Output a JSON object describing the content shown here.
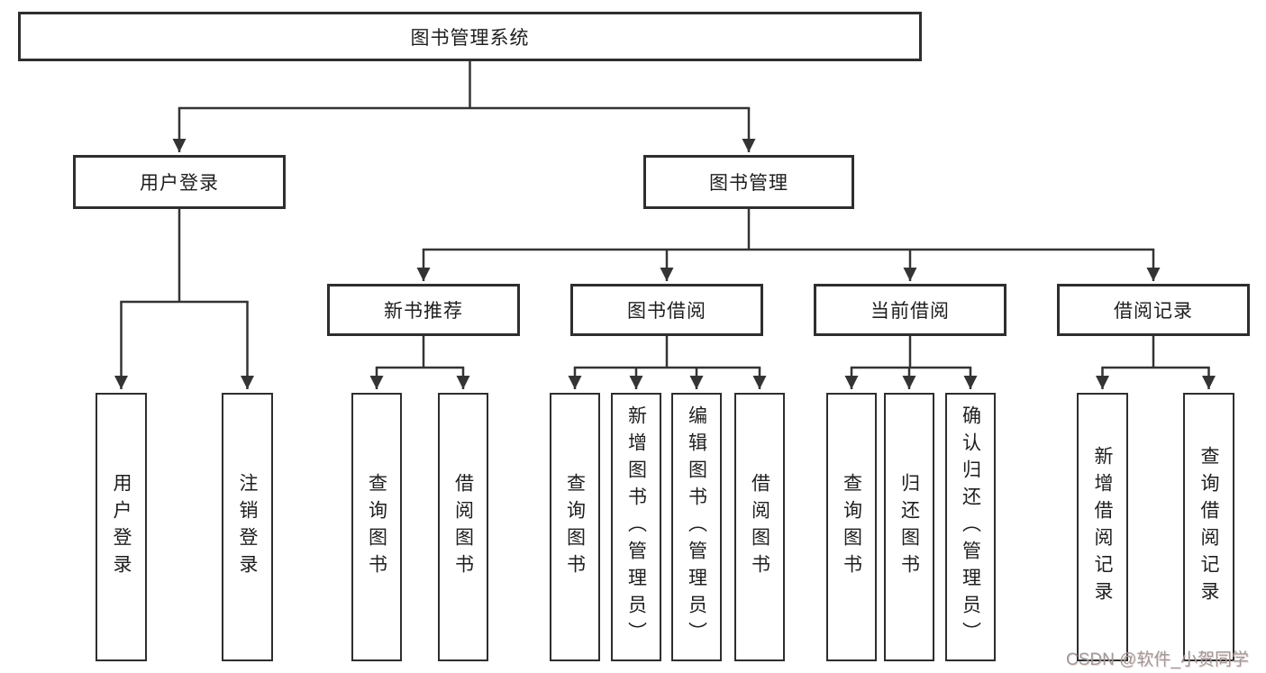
{
  "diagram": {
    "root": {
      "label": "图书管理系统"
    },
    "branch_login": {
      "label": "用户登录",
      "children": [
        "用户登录",
        "注销登录"
      ]
    },
    "branch_mgmt": {
      "label": "图书管理",
      "groups": [
        {
          "label": "新书推荐",
          "children": [
            "查询图书",
            "借阅图书"
          ]
        },
        {
          "label": "图书借阅",
          "children": [
            "查询图书",
            "新增图书（管理员）",
            "编辑图书（管理员）",
            "借阅图书"
          ]
        },
        {
          "label": "当前借阅",
          "children": [
            "查询图书",
            "归还图书",
            "确认归还（管理员）"
          ]
        },
        {
          "label": "借阅记录",
          "children": [
            "新增借阅记录",
            "查询借阅记录"
          ]
        }
      ]
    },
    "watermark": "CSDN @软件_小贺同学",
    "colors": {
      "background": "#ffffff",
      "line": "#343434",
      "box_border": "#2e2e2e",
      "text": "#1e1e1e",
      "watermark": "#9b9b9b"
    }
  }
}
